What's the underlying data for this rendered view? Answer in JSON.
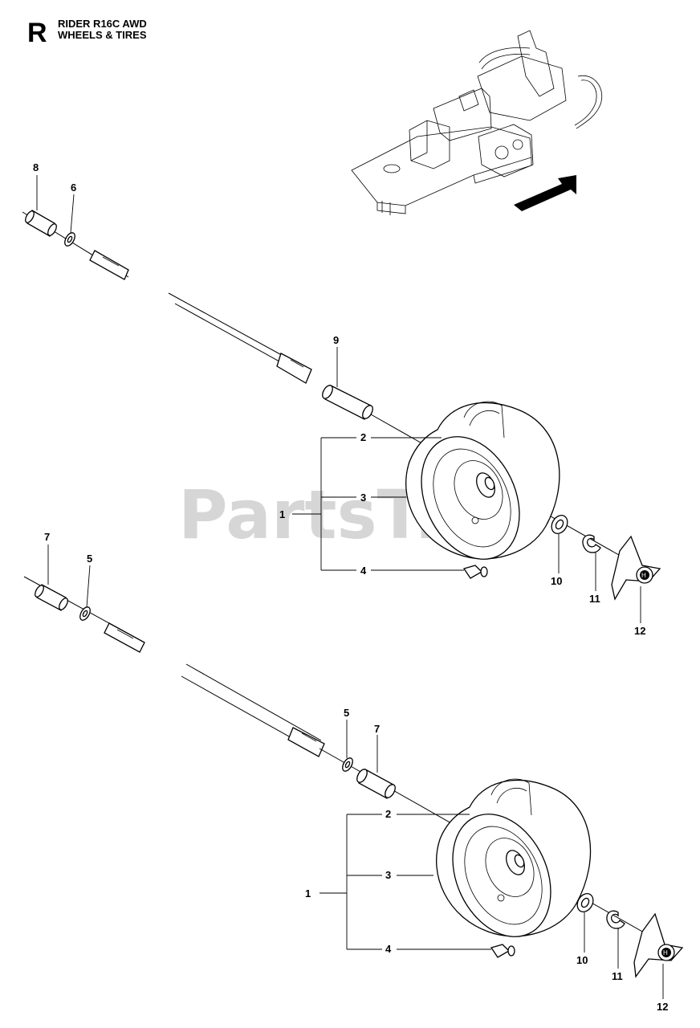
{
  "header": {
    "section_letter": "R",
    "title_line1": "RIDER R16C AWD",
    "title_line2": "WHEELS & TIRES"
  },
  "watermark": {
    "text": "PartsTree",
    "trademark": "™",
    "color": "#d6d6d6"
  },
  "callouts": {
    "upper": {
      "c8": "8",
      "c6": "6",
      "c9": "9",
      "c1": "1",
      "c2": "2",
      "c3": "3",
      "c4": "4",
      "c10": "10",
      "c11": "11",
      "c12": "12"
    },
    "lower_left": {
      "c7": "7",
      "c5": "5"
    },
    "lower": {
      "c5": "5",
      "c7": "7",
      "c1": "1",
      "c2": "2",
      "c3": "3",
      "c4": "4",
      "c10": "10",
      "c11": "11",
      "c12": "12"
    }
  },
  "icons": {
    "direction_arrow": "direction-arrow-icon",
    "hub_logo": "brand-logo-icon"
  }
}
